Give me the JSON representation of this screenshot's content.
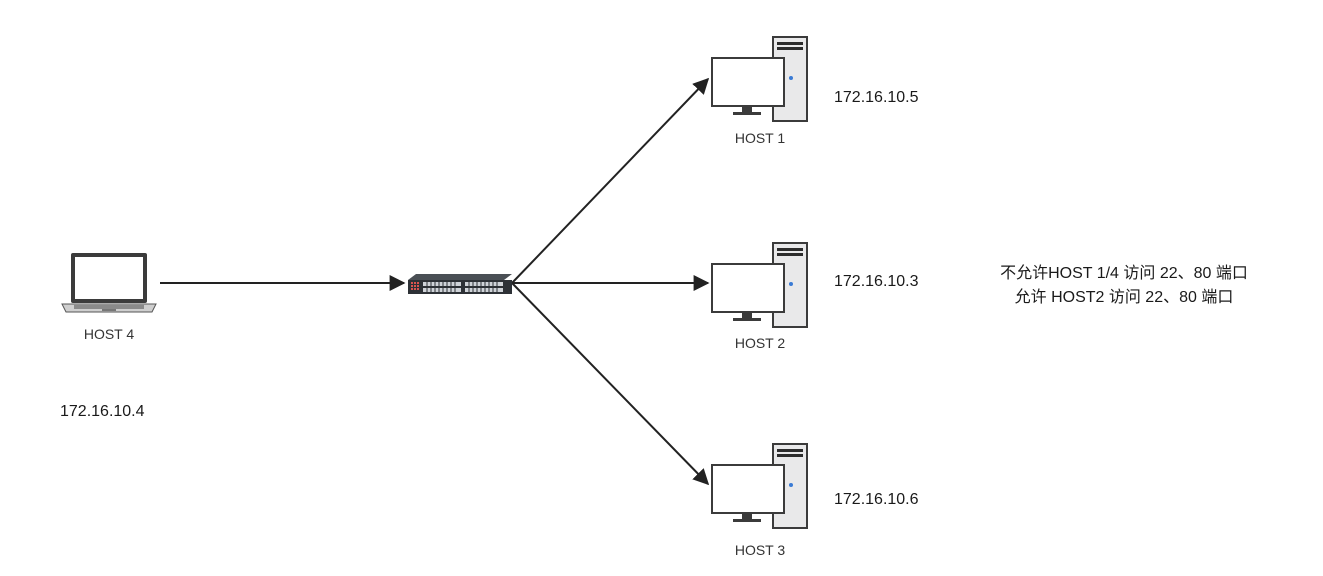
{
  "nodes": {
    "host4": {
      "label": "HOST 4",
      "ip": "172.16.10.4",
      "icon": "laptop-icon"
    },
    "switch": {
      "label": "",
      "icon": "network-switch-icon"
    },
    "host1": {
      "label": "HOST 1",
      "ip": "172.16.10.5",
      "icon": "desktop-computer-icon"
    },
    "host2": {
      "label": "HOST 2",
      "ip": "172.16.10.3",
      "icon": "desktop-computer-icon"
    },
    "host3": {
      "label": "HOST 3",
      "ip": "172.16.10.6",
      "icon": "desktop-computer-icon"
    }
  },
  "note": {
    "line1": "不允许HOST 1/4 访问 22、80 端口",
    "line2": "允许 HOST2 访问 22、80 端口"
  },
  "edges": [
    {
      "from": "host4",
      "to": "switch"
    },
    {
      "from": "switch",
      "to": "host1"
    },
    {
      "from": "switch",
      "to": "host2"
    },
    {
      "from": "switch",
      "to": "host3"
    }
  ],
  "colors": {
    "edge": "#222222",
    "device_outline": "#3b3b3b",
    "device_body": "#f4f4f4",
    "switch_body": "#2d3136",
    "tower_dark": "#2c2c2c",
    "tower_light": "#e9e9ea",
    "led_blue": "#3a7bd5"
  }
}
